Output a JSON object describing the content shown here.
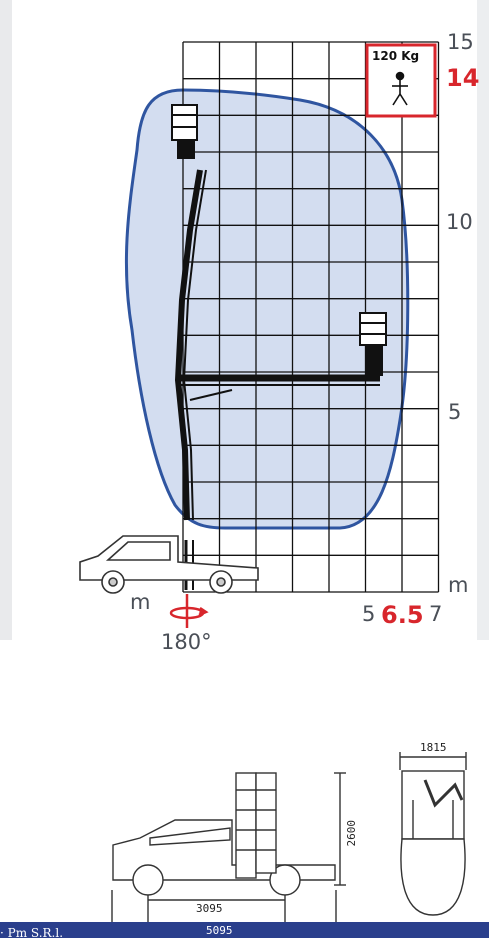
{
  "diagram": {
    "load_badge": {
      "text": "120 Kg"
    },
    "height_axis": {
      "labels": [
        "15",
        "10",
        "5"
      ],
      "max_height": "14",
      "unit": "m"
    },
    "outreach_axis": {
      "unit_left": "m",
      "label_5": "5",
      "max_outreach": "6.5",
      "label_7": "7",
      "unit_right": "m"
    },
    "rotation": "180°",
    "dimensions": {
      "width": "1815",
      "height": "2600",
      "wheelbase": "3095",
      "length": "5095"
    },
    "footer": "· Pm S.R.l."
  },
  "colors": {
    "envelope_stroke": "#2f55a0",
    "envelope_fill": "#d3ddf0",
    "accent_red": "#d8262c",
    "grid": "#111111",
    "text_gray": "#4a4f57"
  }
}
